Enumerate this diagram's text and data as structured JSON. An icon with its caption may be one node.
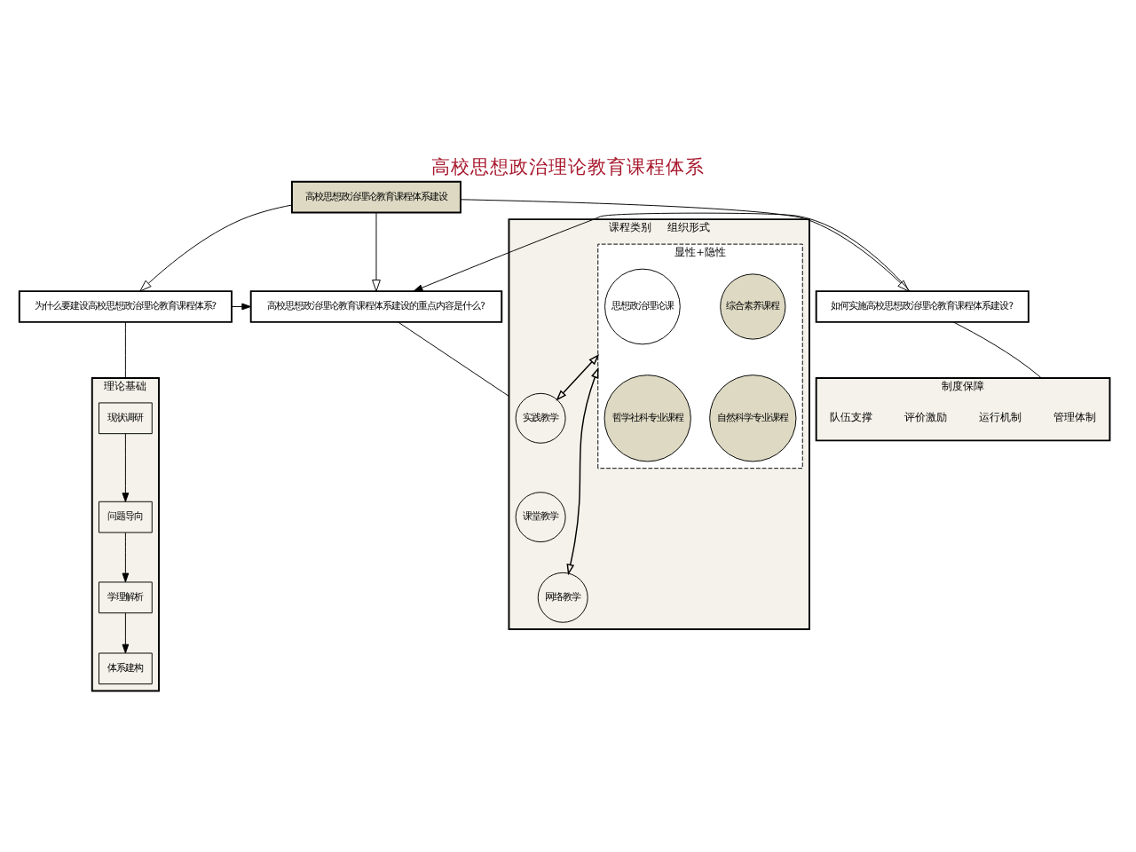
{
  "diagram": {
    "title": "高校思想政治理论教育课程体系",
    "nodes": [
      {
        "text": [
          "高校思想政治理论教育课程体系建设"
        ]
      },
      {
        "text": [
          "为什么要建设高校思想政治理论教育课程体系?"
        ]
      },
      {
        "text": [
          "高校思想政治理论教育课程体系建设的重点内容是什么?"
        ]
      },
      {
        "text": [
          "如何实施高校思想政治理论教育课程体系建设?"
        ]
      },
      {
        "text": [
          "理论基础"
        ]
      },
      {
        "text": [
          "现状调研"
        ],
        "in": 4
      },
      {
        "text": [
          "问题导向"
        ],
        "in": 4
      },
      {
        "text": [
          "学理解析"
        ],
        "in": 4
      },
      {
        "text": [
          "体系建构"
        ],
        "in": 4
      },
      {
        "text": [
          "课程类别",
          "组织形式"
        ]
      },
      {
        "text": [
          "显性+隐性"
        ],
        "in": 9
      },
      {
        "text": [
          "思想政治理论课"
        ],
        "in": 10
      },
      {
        "text": [
          "综合素养课程"
        ],
        "in": 10
      },
      {
        "text": [
          "哲学社科专业课程"
        ],
        "in": 10
      },
      {
        "text": [
          "自然科学专业课程"
        ],
        "in": 10
      },
      {
        "text": [
          "实践教学"
        ],
        "in": 9
      },
      {
        "text": [
          "课堂教学"
        ],
        "in": 9
      },
      {
        "text": [
          "网络教学"
        ],
        "in": 9
      },
      {
        "text": [
          "制度保障"
        ]
      }
    ],
    "edges": [
      {
        "from": 0,
        "to": 1,
        "arrow": "to"
      },
      {
        "from": 0,
        "to": 2,
        "arrow": "to"
      },
      {
        "from": 0,
        "to": 3,
        "arrow": "to"
      },
      {
        "from": 1,
        "to": 2,
        "arrow": "to"
      },
      {
        "from": 3,
        "to": 2,
        "arrow": "to"
      },
      {
        "from": 1,
        "to": 4,
        "arrow": "none"
      },
      {
        "from": 2,
        "to": 9,
        "arrow": "none"
      },
      {
        "from": 3,
        "to": 18,
        "arrow": "none"
      },
      {
        "from": 5,
        "to": 6,
        "arrow": "to"
      },
      {
        "from": 6,
        "to": 7,
        "arrow": "to"
      },
      {
        "from": 7,
        "to": 8,
        "arrow": "to"
      },
      {
        "from": 10,
        "to": 15,
        "arrow": "both"
      },
      {
        "from": 10,
        "to": 17,
        "arrow": "both"
      }
    ],
    "labels": [
      "管理体制",
      "运行机制",
      "评价激励",
      "队伍支撑"
    ]
  }
}
